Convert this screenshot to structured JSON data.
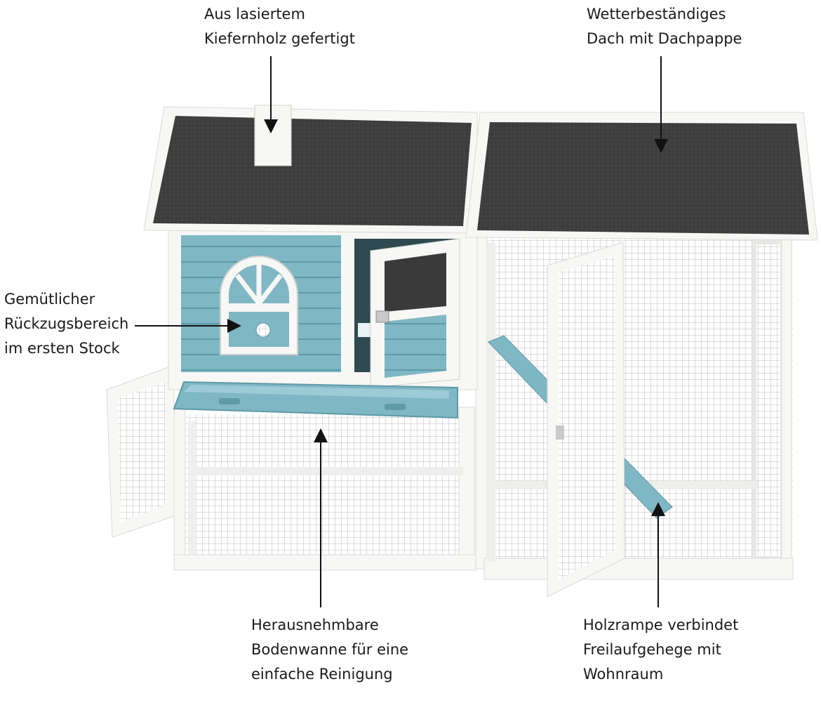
{
  "callouts": {
    "wood": {
      "lines": [
        "Aus lasiertem",
        "Kiefernholz gefertigt"
      ]
    },
    "roof": {
      "lines": [
        "Wetterbeständiges",
        "Dach mit Dachpappe"
      ]
    },
    "retreat": {
      "lines": [
        "Gemütlicher",
        "Rückzugsbereich",
        "im ersten Stock"
      ]
    },
    "tray": {
      "lines": [
        "Herausnehmbare",
        "Bodenwanne für eine",
        "einfache Reinigung"
      ]
    },
    "ramp": {
      "lines": [
        "Holzrampe verbindet",
        "Freilaufgehege mit",
        "Wohnraum"
      ]
    }
  },
  "colors": {
    "roof_felt": "#3d3c3c",
    "frame_white": "#f7f7f5",
    "frame_shadow": "#d9d9d6",
    "teal_panel": "#7fb7c4",
    "teal_dark": "#5f9aa8",
    "mesh": "#9a9a9a",
    "arrow": "#111111"
  }
}
